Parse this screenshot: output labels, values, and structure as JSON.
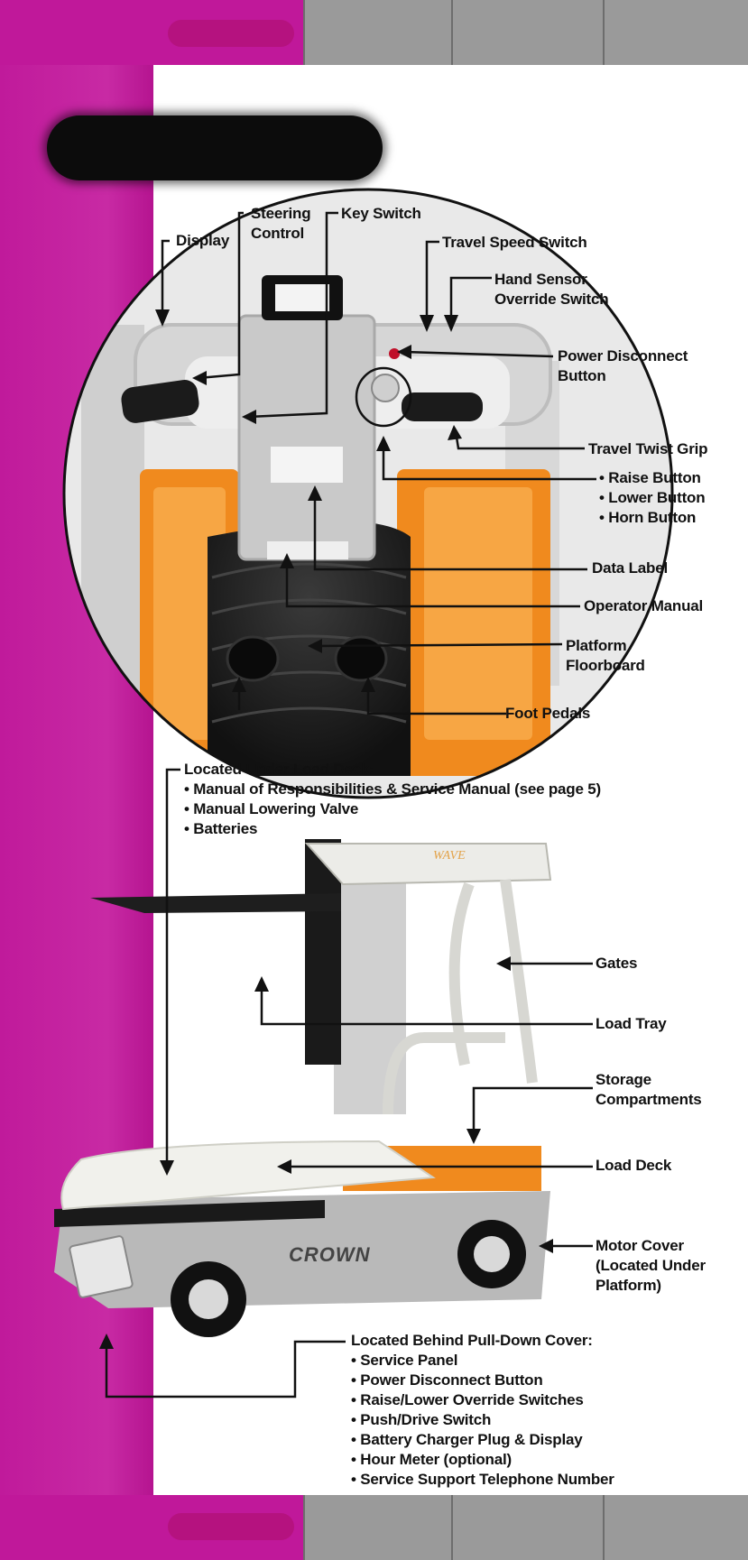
{
  "labels": {
    "display": "Display",
    "steering_control": [
      "Steering",
      "Control"
    ],
    "key_switch": "Key Switch",
    "travel_speed_switch": "Travel Speed Switch",
    "hand_sensor_override": [
      "Hand Sensor",
      "Override Switch"
    ],
    "power_disconnect": [
      "Power Disconnect",
      "Button"
    ],
    "travel_twist_grip": "Travel Twist Grip",
    "grip_buttons": [
      "• Raise Button",
      "• Lower Button",
      "• Horn Button"
    ],
    "data_label": "Data Label",
    "operator_manual": "Operator Manual",
    "platform_floorboard": [
      "Platform",
      "Floorboard"
    ],
    "foot_pedals": "Foot Pedals",
    "under_load_deck": {
      "heading": "Located Under Load Deck:",
      "items": [
        "• Manual of Responsibilities & Service Manual (see page 5)",
        "• Manual Lowering Valve",
        "• Batteries"
      ]
    },
    "gates": "Gates",
    "load_tray": "Load Tray",
    "storage_compartments": [
      "Storage",
      "Compartments"
    ],
    "load_deck": "Load Deck",
    "motor_cover": [
      "Motor Cover",
      "(Located Under",
      "Platform)"
    ],
    "behind_cover": {
      "heading": "Located Behind Pull-Down Cover:",
      "items": [
        "• Service Panel",
        "• Power Disconnect Button",
        "• Raise/Lower Override Switches",
        "• Push/Drive Switch",
        "• Battery Charger Plug & Display",
        "• Hour Meter (optional)",
        "• Service Support Telephone Number"
      ]
    }
  },
  "product": {
    "brand_logo": "CROWN",
    "model_logo": "WAVE"
  },
  "colors": {
    "magenta": "#c0189a",
    "orange": "#f08a1e",
    "dark": "#0c0c0c"
  }
}
